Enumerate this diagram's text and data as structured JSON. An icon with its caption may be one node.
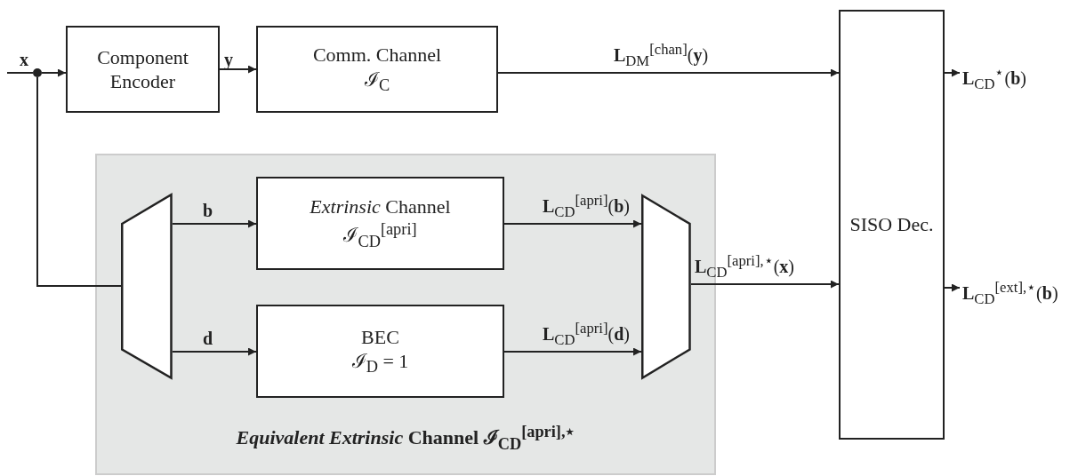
{
  "diagram": {
    "nodes": [
      {
        "text": [],
        "shape": "circle"
      },
      {
        "text": [
          "Component Encoder"
        ]
      },
      {
        "text": [
          "Comm. Channel",
          "ℐ$_{C}$"
        ]
      },
      {
        "text": [
          "SISO Dec."
        ]
      },
      {
        "text": [
          "*Equivalent Extrinsic* Channel ℐ$_{CD}$$^{[apri],⋆}$"
        ]
      },
      {
        "text": [],
        "shape": "trapezoid",
        "in": 4
      },
      {
        "text": [
          "*Extrinsic* Channel",
          "ℐ$_{CD}$$^{[apri]}$"
        ],
        "in": 4
      },
      {
        "text": [
          "BEC",
          "ℐ$_{D}$ = 1"
        ],
        "in": 4
      },
      {
        "text": [],
        "shape": "trapezoid",
        "in": 4
      },
      {
        "text": [
          "**L**$_{CD}$$^{⋆}$(**b**)"
        ]
      },
      {
        "text": [
          "**L**$_{CD}$$^{[ext],⋆}$(**b**)"
        ]
      }
    ],
    "edges": [
      {
        "from": null,
        "to": 0,
        "arrow": "none",
        "label": "x"
      },
      {
        "from": 0,
        "to": 1,
        "arrow": "to"
      },
      {
        "from": 1,
        "to": 2,
        "arrow": "to",
        "label": "y"
      },
      {
        "from": 2,
        "to": 3,
        "arrow": "to",
        "label": "**L**$_{DM}$$^{[chan]}$(**y**)"
      },
      {
        "from": 3,
        "to": 9,
        "arrow": "to"
      },
      {
        "from": 3,
        "to": 10,
        "arrow": "to"
      },
      {
        "from": 0,
        "to": 5,
        "arrow": "none"
      },
      {
        "from": 5,
        "to": 6,
        "arrow": "to",
        "label": "b"
      },
      {
        "from": 5,
        "to": 7,
        "arrow": "to",
        "label": "d"
      },
      {
        "from": 6,
        "to": 8,
        "arrow": "to",
        "label": "**L**$_{CD}$$^{[apri]}$(**b**)"
      },
      {
        "from": 7,
        "to": 8,
        "arrow": "to",
        "label": "**L**$_{CD}$$^{[apri]}$(**d**)"
      },
      {
        "from": 8,
        "to": 3,
        "arrow": "to",
        "label": "**L**$_{CD}$$^{[apri],⋆}$(**x**)"
      }
    ]
  }
}
